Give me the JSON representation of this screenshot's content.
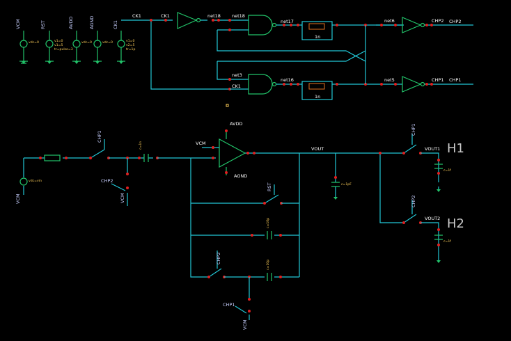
{
  "labels": {
    "vcm_src": "VCM",
    "rst_src": "RST",
    "avdd_src": "AVDD",
    "agnd_src": "AGND",
    "ck1_src": "CK1",
    "ck1_top": "CK1",
    "ck1_inv": "CK1",
    "net18_a": "net18",
    "net18_b": "net18",
    "net17": "net17",
    "net3": "net3",
    "ck1_nand": "CK1",
    "net16": "net16",
    "net5_bot": "net5",
    "net6_top": "net6",
    "chp2_out": "CHP2",
    "chp1_out": "CHP1",
    "chp2_net": "CHP2",
    "chp1_net": "CHP1",
    "chp1_sw": "CHP1",
    "chp2_sw": "CHP2",
    "vcm_sw": "VCM",
    "vcm_in": "VCM",
    "avdd_op": "AVDD",
    "agnd_op": "AGND",
    "vcm_bias": "VCM",
    "vout": "VOUT",
    "rst_sw": "RST",
    "chp1_out_sw": "CHP1",
    "vout1": "VOUT1",
    "chp2_out_sw": "CHP2",
    "vout2": "VOUT2",
    "chp2_fb": "CHP2",
    "chp1_bot": "CHP1",
    "vcm_bot": "VCM",
    "h1": "H1",
    "h2": "H2"
  },
  "params": {
    "v0": "vdc=0",
    "v1_1": "v1=0",
    "v1_2": "v1=5",
    "v1_3": "tr=pulse=3",
    "v2": "vdc=0",
    "v3": "vdc=0",
    "v4_1": "v1=0",
    "v4_2": "v2=5",
    "v4_3": "tr=1p",
    "vin": "vdc=vin",
    "cl": "c=1pF",
    "c1": "c=1n",
    "c2": "c=10p",
    "c3": "c=10p",
    "c8": "c=1f",
    "c9": "c=1f",
    "d1": "1n",
    "d2": "1n"
  }
}
